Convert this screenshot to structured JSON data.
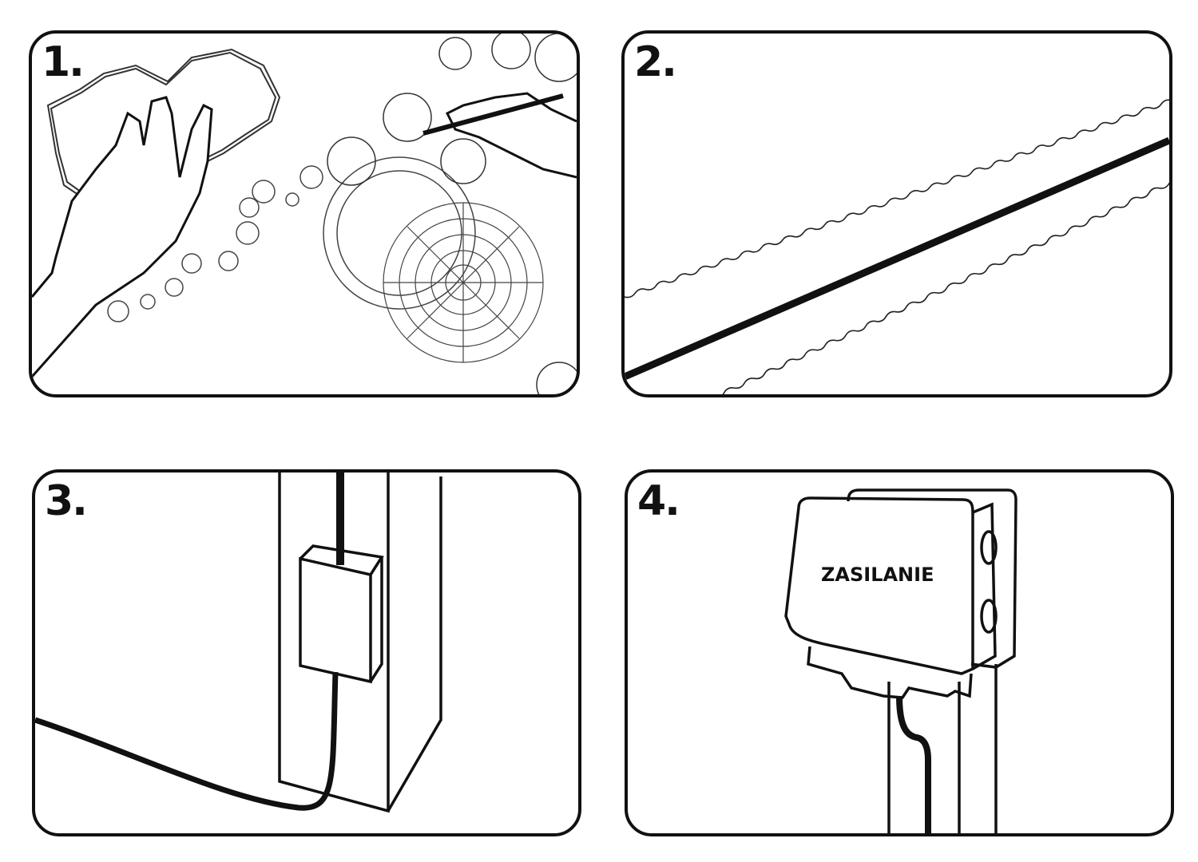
{
  "title": "Installation steps",
  "colors": {
    "line": "#111111",
    "background": "#ffffff"
  },
  "panels": [
    {
      "number": "1.",
      "description": "Hand planning a garden layout on a landscape design plan"
    },
    {
      "number": "2.",
      "description": "Cable laid in a trench between two wavy edges"
    },
    {
      "number": "3.",
      "description": "Power supply box mounted on a post with cable running along the ground"
    },
    {
      "number": "4.",
      "description": "Junction box labelled power supply mounted on a post",
      "box_label": "ZASILANIE"
    }
  ]
}
